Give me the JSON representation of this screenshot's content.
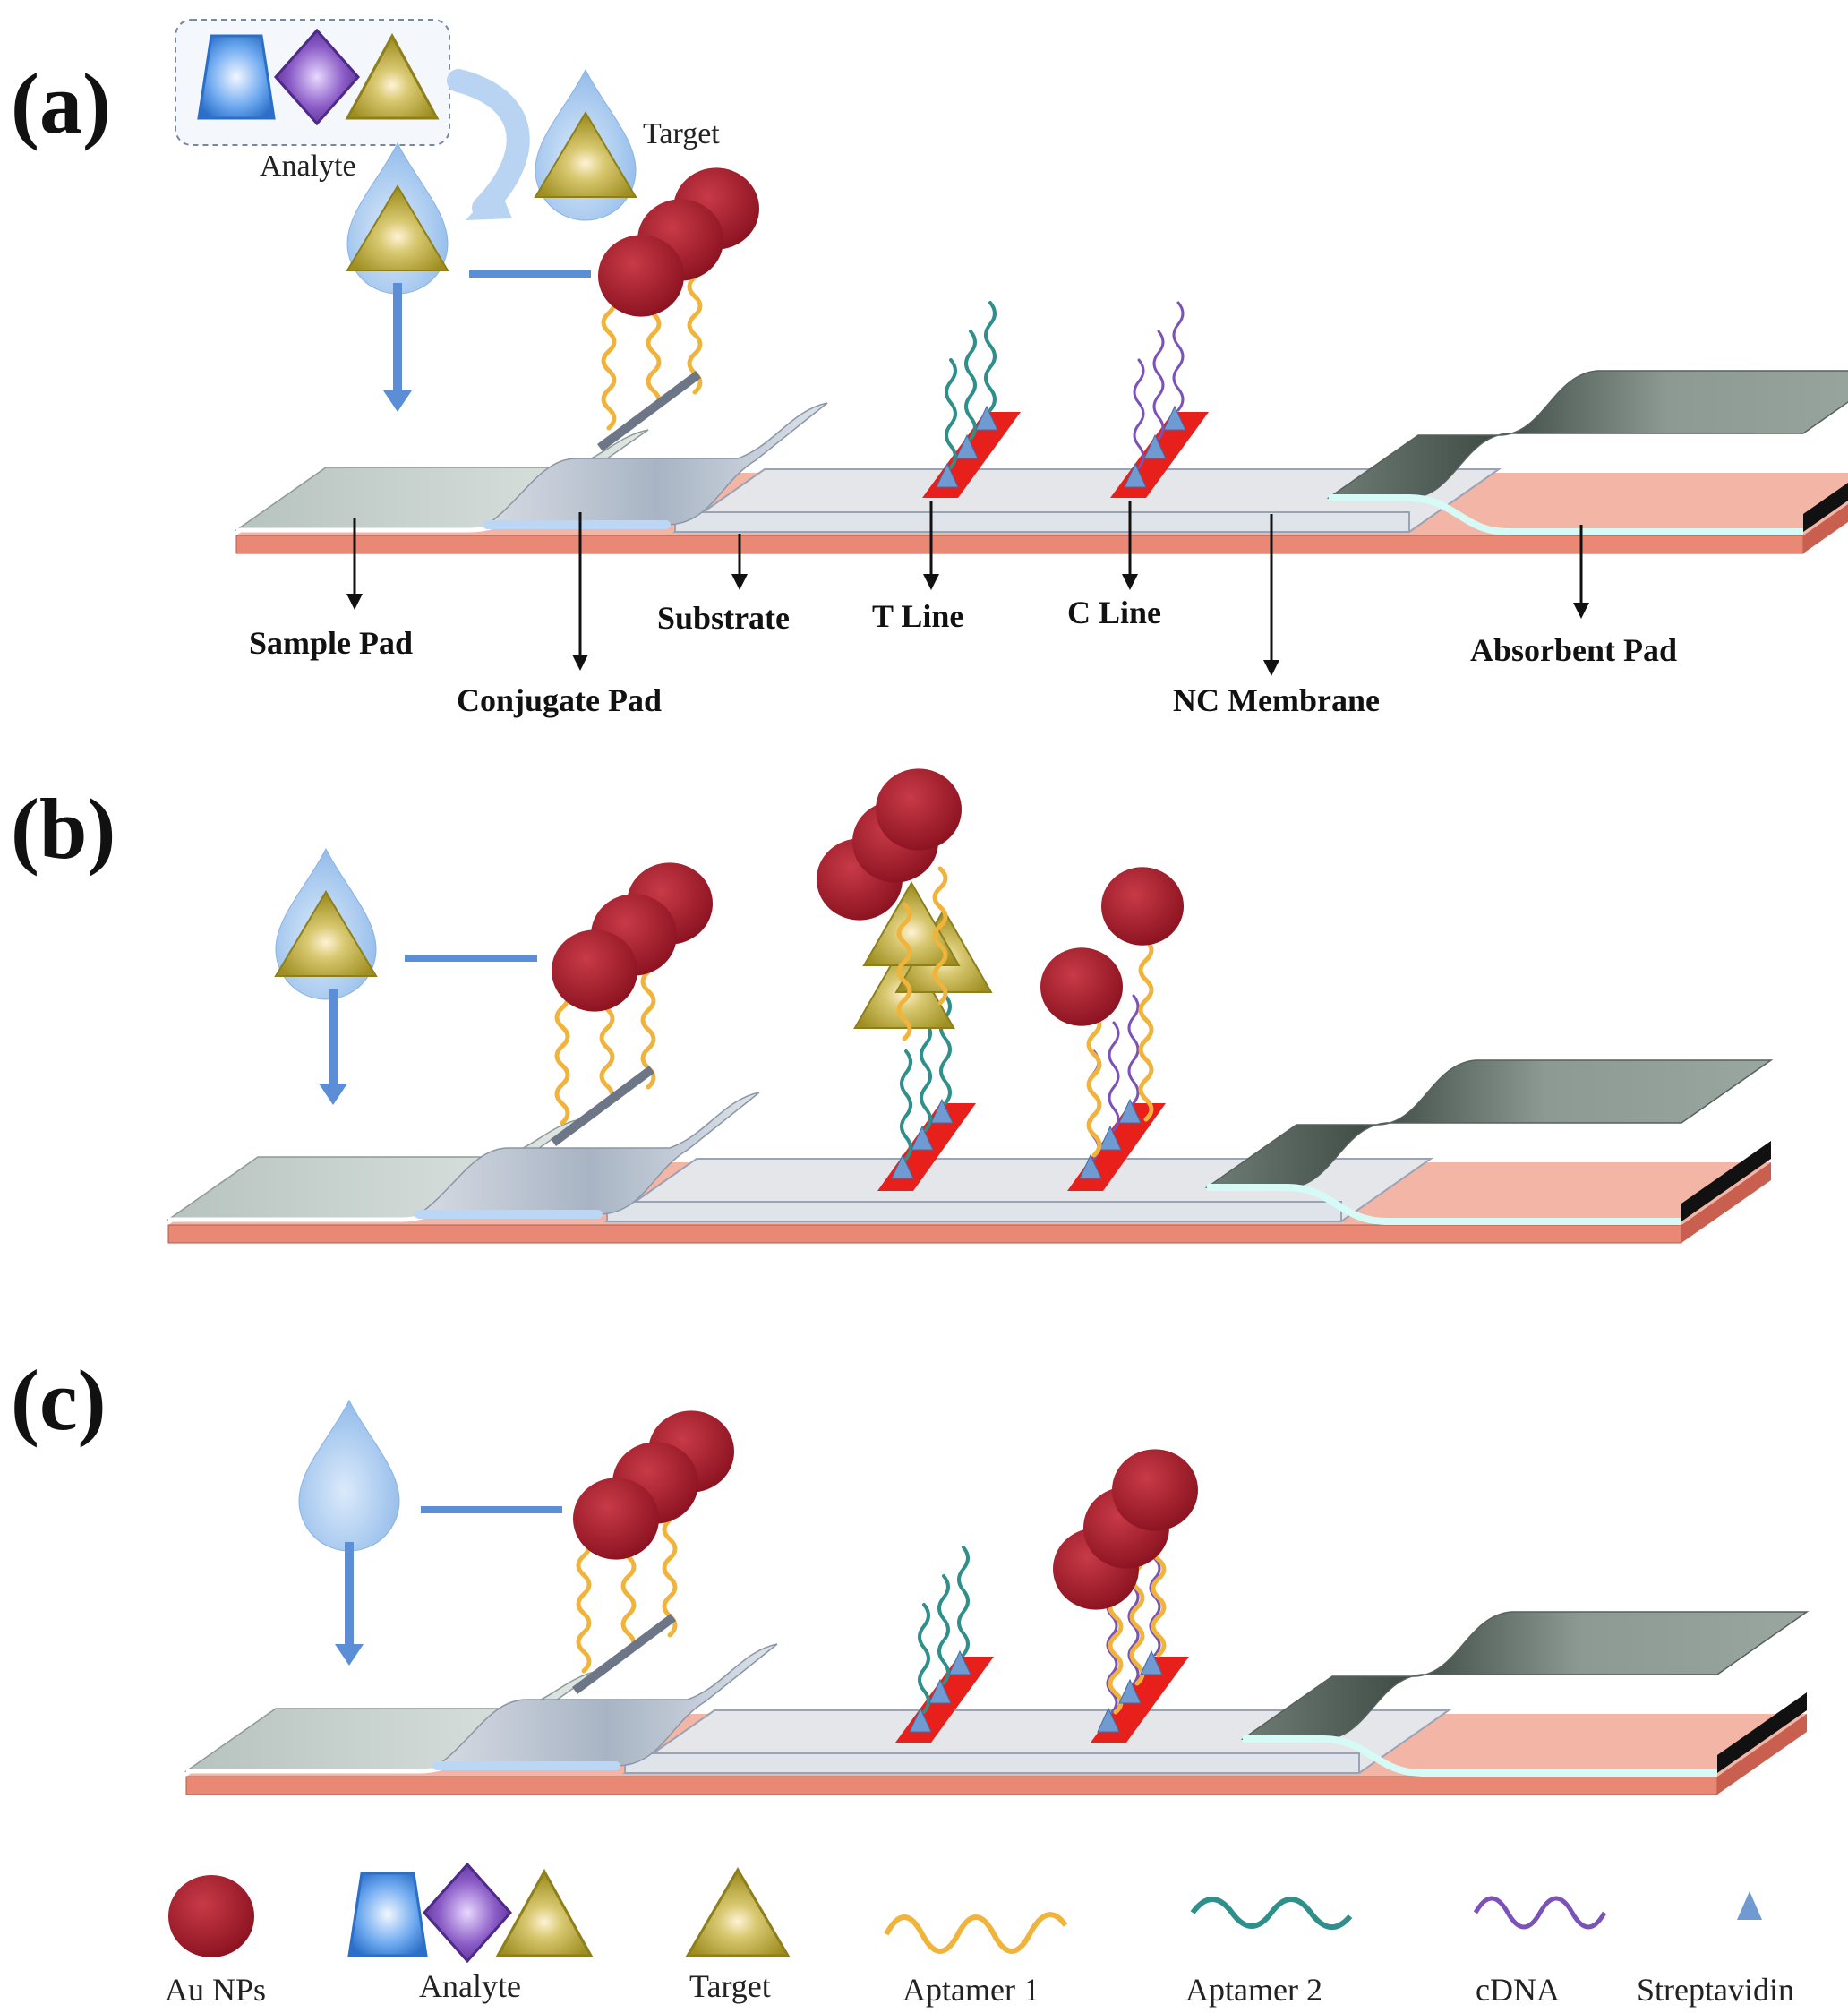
{
  "panels": [
    {
      "letter": "(a)"
    },
    {
      "letter": "(b)"
    },
    {
      "letter": "(c)"
    }
  ],
  "panel_a_labels": {
    "analyte": "Analyte",
    "target": "Target",
    "sample_pad": "Sample Pad",
    "conjugate_pad": "Conjugate Pad",
    "substrate": "Substrate",
    "t_line": "T Line",
    "c_line": "C Line",
    "nc_membrane": "NC Membrane",
    "absorbent_pad": "Absorbent Pad"
  },
  "legend": [
    {
      "label": "Au NPs",
      "icon": "au-nanoparticle-icon"
    },
    {
      "label": "Analyte",
      "icon": "analyte-shapes-icon"
    },
    {
      "label": "Target",
      "icon": "target-triangle-icon"
    },
    {
      "label": "Aptamer 1",
      "icon": "aptamer1-wave-icon"
    },
    {
      "label": "Aptamer 2",
      "icon": "aptamer2-wave-icon"
    },
    {
      "label": "cDNA",
      "icon": "cdna-wave-icon"
    },
    {
      "label": "Streptavidin",
      "icon": "streptavidin-icon"
    }
  ],
  "colors": {
    "au_np": "#a51c2a",
    "target_triangle": "#b5a632",
    "aptamer1": "#f0b43c",
    "aptamer2": "#2f8f8a",
    "cdna": "#7b52b8",
    "streptavidin": "#6f9ad2",
    "test_line": "#e8201c",
    "backing": "#e98874",
    "absorbent_pad": "#7f8d86",
    "droplet": "#a9c9ee"
  }
}
